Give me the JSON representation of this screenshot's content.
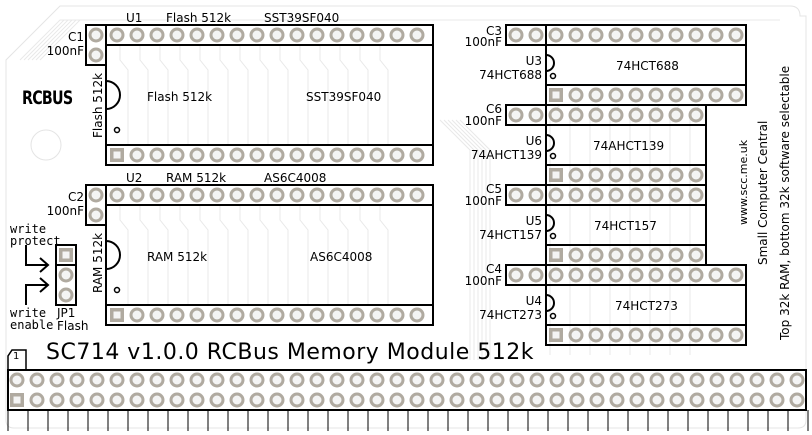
{
  "board": {
    "title": "SC714 v1.0.0 RCBus Memory Module 512k",
    "logo": "RCBUS",
    "pin1_marker": "1",
    "website": "www.scc.me.uk",
    "maker": "Small Computer Central",
    "note": "Top 32k RAM, bottom 32k software selectable"
  },
  "colors": {
    "outline": "#000000",
    "pad_fill": "#d8d8d8",
    "pad_ring": "#b0aaa0",
    "trace": "#e6e6e6"
  },
  "components": {
    "u1": {
      "ref": "U1",
      "name": "Flash 512k",
      "part": "SST39SF040",
      "side_label": "Flash 512k",
      "pins_per_row": 16
    },
    "u2": {
      "ref": "U2",
      "name": "RAM 512k",
      "part": "AS6C4008",
      "side_label": "RAM 512k",
      "pins_per_row": 16
    },
    "u3": {
      "ref": "U3",
      "part": "74HCT688",
      "body_label": "74HCT688",
      "pins_per_row": 10
    },
    "u4": {
      "ref": "U4",
      "part": "74HCT273",
      "body_label": "74HCT273",
      "pins_per_row": 10
    },
    "u5": {
      "ref": "U5",
      "part": "74HCT157",
      "body_label": "74HCT157",
      "pins_per_row": 8
    },
    "u6": {
      "ref": "U6",
      "part": "74AHCT139",
      "body_label": "74AHCT139",
      "pins_per_row": 8
    },
    "c1": {
      "ref": "C1",
      "value": "100nF"
    },
    "c2": {
      "ref": "C2",
      "value": "100nF"
    },
    "c3": {
      "ref": "C3",
      "value": "100nF"
    },
    "c4": {
      "ref": "C4",
      "value": "100nF"
    },
    "c5": {
      "ref": "C5",
      "value": "100nF"
    },
    "c6": {
      "ref": "C6",
      "value": "100nF"
    },
    "jp1": {
      "ref": "JP1",
      "name": "Flash",
      "top_label_1": "write",
      "top_label_2": "protect",
      "bottom_label_1": "write",
      "bottom_label_2": "enable"
    }
  },
  "bus_header": {
    "pins_per_row": 40,
    "rows": 2
  }
}
